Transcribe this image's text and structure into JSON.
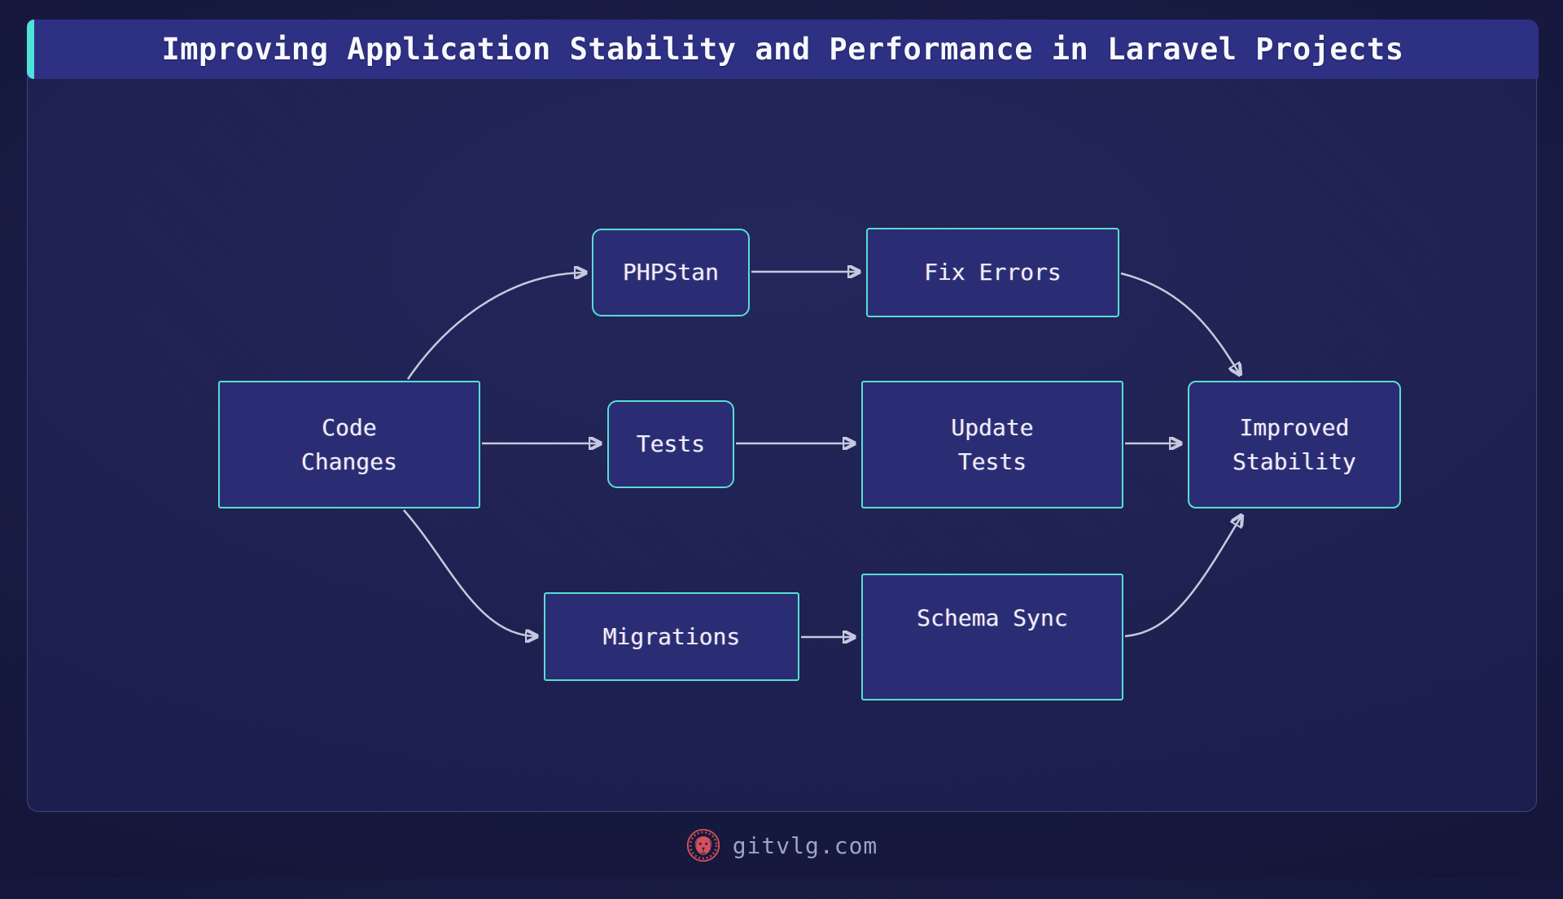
{
  "title": "Improving Application Stability and Performance in Laravel Projects",
  "diagram": {
    "type": "flowchart",
    "nodes": {
      "code_changes": {
        "label": "Code\nChanges"
      },
      "phpstan": {
        "label": "PHPStan"
      },
      "fix_errors": {
        "label": "Fix Errors"
      },
      "tests": {
        "label": "Tests"
      },
      "update_tests": {
        "label": "Update\nTests"
      },
      "improved_stability": {
        "label": "Improved\nStability"
      },
      "migrations": {
        "label": "Migrations"
      },
      "schema_sync": {
        "label": "Schema Sync"
      }
    },
    "edges": [
      {
        "from": "code_changes",
        "to": "phpstan"
      },
      {
        "from": "phpstan",
        "to": "fix_errors"
      },
      {
        "from": "fix_errors",
        "to": "improved_stability"
      },
      {
        "from": "code_changes",
        "to": "tests"
      },
      {
        "from": "tests",
        "to": "update_tests"
      },
      {
        "from": "update_tests",
        "to": "improved_stability"
      },
      {
        "from": "code_changes",
        "to": "migrations"
      },
      {
        "from": "migrations",
        "to": "schema_sync"
      },
      {
        "from": "schema_sync",
        "to": "improved_stability"
      }
    ]
  },
  "footer": {
    "site": "gitvlg.com",
    "logo_icon": "lion-logo"
  },
  "colors": {
    "accent_teal": "#4ee2d9",
    "node_border": "#58ddd3",
    "node_fill": "#2b2d74",
    "title_bar": "#2e3084",
    "arrow": "#c6c9de",
    "logo_red": "#d6505c",
    "footer_text": "#9ba4c5"
  }
}
